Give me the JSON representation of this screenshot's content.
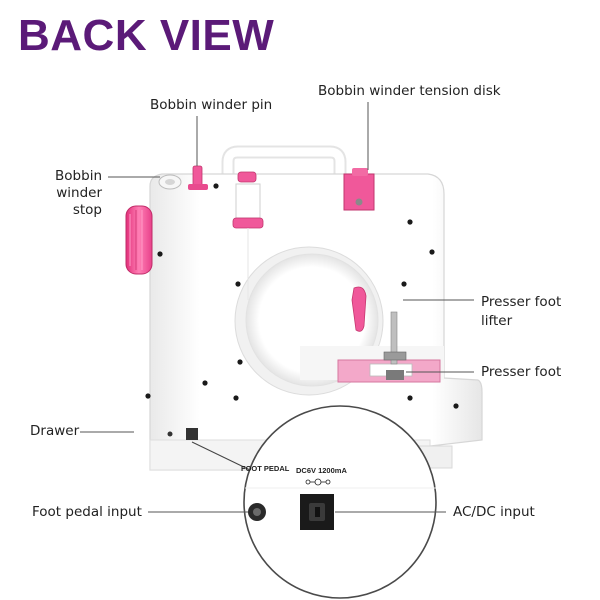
{
  "title": "BACK VIEW",
  "colors": {
    "title": "#5b1a78",
    "accent_pink": "#f0589a",
    "body_white": "#fafafa",
    "body_outline": "#d8d8d8"
  },
  "labels": {
    "bobbin_winder_pin": "Bobbin winder pin",
    "bobbin_winder_tension_disk": "Bobbin winder tension disk",
    "bobbin_winder_stop_line1": "Bobbin",
    "bobbin_winder_stop_line2": "winder",
    "bobbin_winder_stop_line3": "stop",
    "presser_foot_lifter_line1": "Presser foot",
    "presser_foot_lifter_line2": "lifter",
    "presser_foot": "Presser foot",
    "drawer": "Drawer",
    "foot_pedal_input": "Foot pedal input",
    "ac_dc_input": "AC/DC input"
  },
  "panel": {
    "foot_pedal": "FOOT PEDAL",
    "power_rating": "DC6V 1200mA"
  }
}
